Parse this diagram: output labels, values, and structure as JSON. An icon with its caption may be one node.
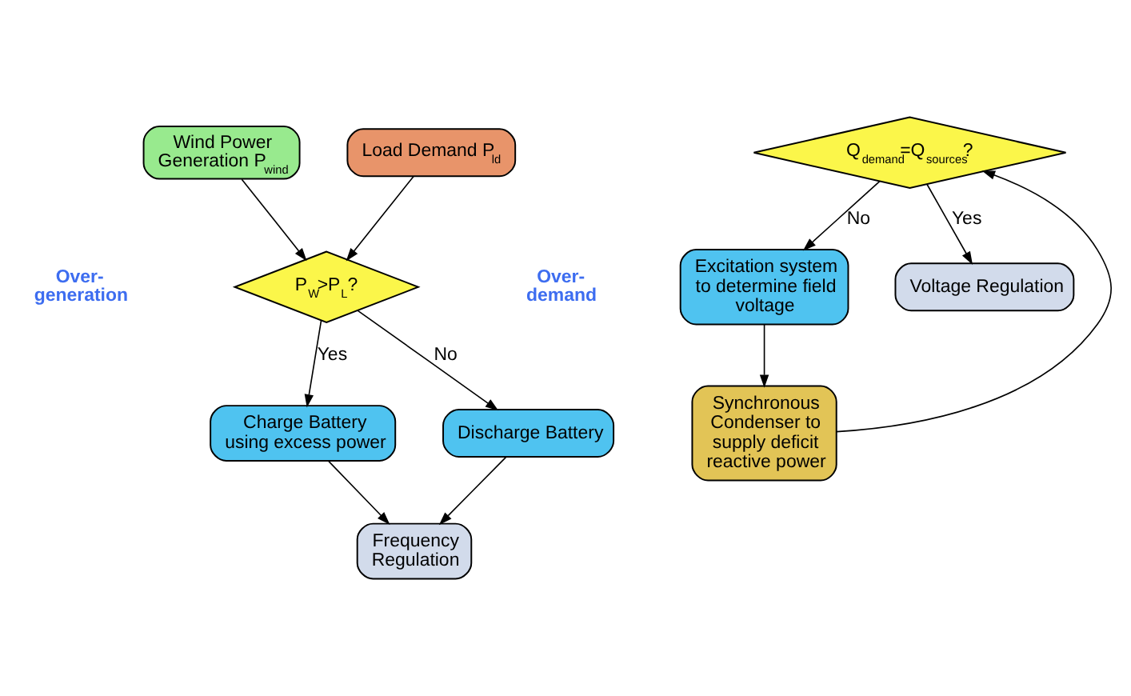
{
  "diagram": {
    "nodes": [
      {
        "text": [
          "Wind Power Generation P$_{wind}$"
        ]
      },
      {
        "text": [
          "Load Demand P$_{ld}$"
        ]
      },
      {
        "text": [
          "P$_{W}$>P$_{L}$?"
        ]
      },
      {
        "text": [
          "Charge Battery using excess power"
        ]
      },
      {
        "text": [
          "Discharge Battery"
        ]
      },
      {
        "text": [
          "Frequency Regulation"
        ]
      },
      {
        "text": [
          "Q$_{demand}$=Q$_{sources}$?"
        ]
      },
      {
        "text": [
          "Excitation system to determine field voltage"
        ]
      },
      {
        "text": [
          "Voltage Regulation"
        ]
      },
      {
        "text": [
          "Synchronous Condenser to supply deficit reactive power"
        ]
      }
    ],
    "edges": [
      {
        "from": 0,
        "to": 2,
        "arrow": "to"
      },
      {
        "from": 1,
        "to": 2,
        "arrow": "to"
      },
      {
        "from": 2,
        "to": 3,
        "arrow": "to",
        "label": "Yes"
      },
      {
        "from": 2,
        "to": 4,
        "arrow": "to",
        "label": "No"
      },
      {
        "from": 3,
        "to": 5,
        "arrow": "to"
      },
      {
        "from": 4,
        "to": 5,
        "arrow": "to"
      },
      {
        "from": 6,
        "to": 7,
        "arrow": "to",
        "label": "No"
      },
      {
        "from": 6,
        "to": 8,
        "arrow": "to",
        "label": "Yes"
      },
      {
        "from": 7,
        "to": 9,
        "arrow": "to"
      },
      {
        "from": 9,
        "to": 6,
        "arrow": "to"
      }
    ],
    "labels": [
      "Over-generation",
      "Over-demand"
    ]
  }
}
